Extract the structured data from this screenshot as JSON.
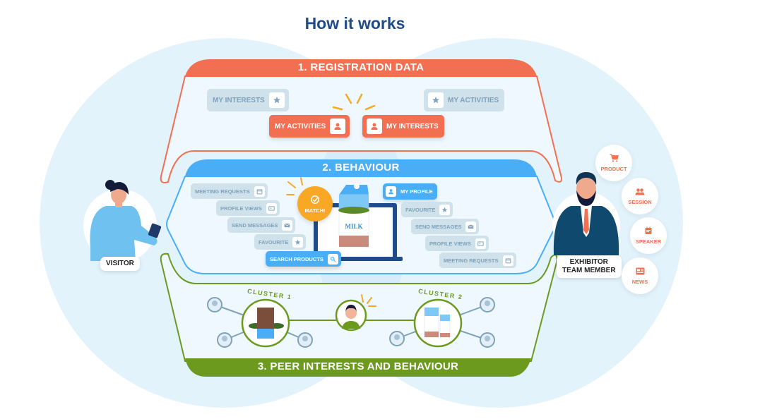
{
  "title": "How it works",
  "colors": {
    "title": "#1f4b8a",
    "registration": "#f36f52",
    "behaviour": "#4aaef7",
    "peer": "#6b9a1f",
    "match": "#f9a826",
    "background_circle": "#e3f3fc",
    "grey_chip": "#cfe1ea"
  },
  "sections": {
    "registration": {
      "title": "1. REGISTRATION DATA",
      "visitor_chips": [
        {
          "label": "MY INTERESTS",
          "icon": "star-icon",
          "style": "muted"
        },
        {
          "label": "MY ACTIVITIES",
          "icon": "user-icon",
          "style": "highlighted"
        }
      ],
      "exhibitor_chips": [
        {
          "label": "MY ACTIVITIES",
          "icon": "star-icon",
          "style": "muted"
        },
        {
          "label": "MY INTERESTS",
          "icon": "user-icon",
          "style": "highlighted"
        }
      ]
    },
    "behaviour": {
      "title": "2. BEHAVIOUR",
      "visitor_chips": [
        {
          "label": "MEETING REQUESTS",
          "icon": "calendar-icon"
        },
        {
          "label": "PROFILE VIEWS",
          "icon": "id-card-icon"
        },
        {
          "label": "SEND MESSAGES",
          "icon": "envelope-icon"
        },
        {
          "label": "FAVOURITE",
          "icon": "star-icon"
        },
        {
          "label": "SEARCH PRODUCTS",
          "icon": "search-icon",
          "style": "highlighted"
        }
      ],
      "exhibitor_chips": [
        {
          "label": "MY PROFILE",
          "icon": "user-icon",
          "style": "highlighted"
        },
        {
          "label": "FAVOURITE",
          "icon": "star-icon"
        },
        {
          "label": "SEND MESSAGES",
          "icon": "envelope-icon"
        },
        {
          "label": "PROFILE VIEWS",
          "icon": "id-card-icon"
        },
        {
          "label": "MEETING REQUESTS",
          "icon": "calendar-icon"
        }
      ],
      "match_label": "MATCH!",
      "product_label": "MILK"
    },
    "peer": {
      "title": "3. PEER INTERESTS AND BEHAVIOUR",
      "clusters": [
        {
          "label": "CLUSTER 1",
          "product": "chocolate"
        },
        {
          "label": "CLUSTER 2",
          "product": "milk"
        }
      ]
    }
  },
  "actors": {
    "visitor": "VISITOR",
    "exhibitor_line1": "EXHIBITOR",
    "exhibitor_line2": "TEAM MEMBER"
  },
  "categories": [
    {
      "label": "PRODUCT",
      "icon": "cart-icon"
    },
    {
      "label": "SESSION",
      "icon": "people-icon"
    },
    {
      "label": "SPEAKER",
      "icon": "calendar-note-icon"
    },
    {
      "label": "NEWS",
      "icon": "newspaper-icon"
    }
  ]
}
